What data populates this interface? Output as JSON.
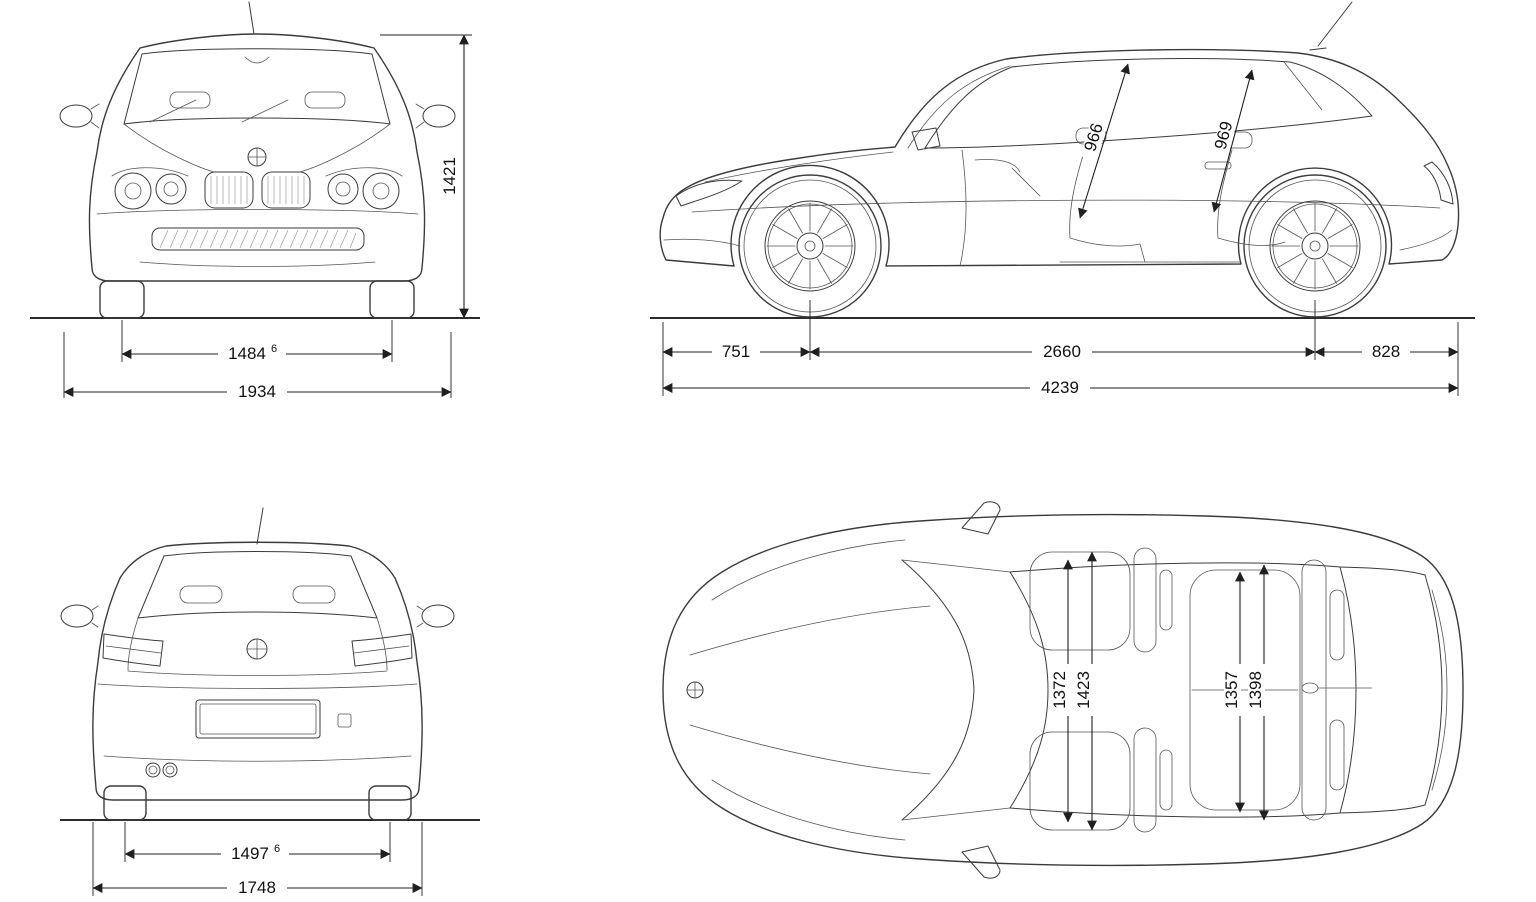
{
  "diagram": {
    "front_view": {
      "height_mm": "1421",
      "track_mm": "1484",
      "track_footnote": "6",
      "width_mm": "1934"
    },
    "side_view": {
      "front_headroom_mm": "966",
      "rear_headroom_mm": "969",
      "front_overhang_mm": "751",
      "wheelbase_mm": "2660",
      "rear_overhang_mm": "828",
      "length_mm": "4239"
    },
    "rear_view": {
      "track_mm": "1497",
      "track_footnote": "6",
      "width_mm": "1748"
    },
    "top_view": {
      "front_shoulder_mm": "1372",
      "front_elbow_mm": "1423",
      "rear_shoulder_mm": "1357",
      "rear_elbow_mm": "1398"
    }
  }
}
